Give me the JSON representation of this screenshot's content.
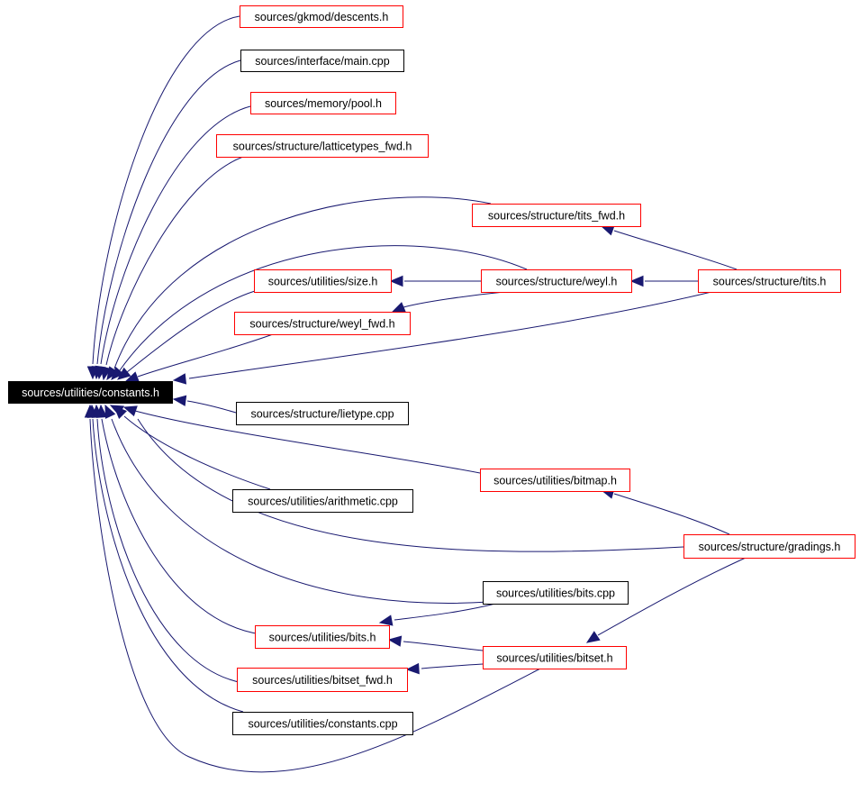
{
  "diagram": {
    "focus": "sources/utilities/constants.h",
    "nodes": {
      "constants_h": {
        "label": "sources/utilities/constants.h",
        "style": "focus"
      },
      "descents_h": {
        "label": "sources/gkmod/descents.h",
        "style": "red"
      },
      "main_cpp": {
        "label": "sources/interface/main.cpp",
        "style": "black"
      },
      "pool_h": {
        "label": "sources/memory/pool.h",
        "style": "red"
      },
      "latticetypes_fwd_h": {
        "label": "sources/structure/latticetypes_fwd.h",
        "style": "red"
      },
      "tits_fwd_h": {
        "label": "sources/structure/tits_fwd.h",
        "style": "red"
      },
      "size_h": {
        "label": "sources/utilities/size.h",
        "style": "red"
      },
      "weyl_h": {
        "label": "sources/structure/weyl.h",
        "style": "red"
      },
      "tits_h": {
        "label": "sources/structure/tits.h",
        "style": "red"
      },
      "weyl_fwd_h": {
        "label": "sources/structure/weyl_fwd.h",
        "style": "red"
      },
      "lietype_cpp": {
        "label": "sources/structure/lietype.cpp",
        "style": "black"
      },
      "bitmap_h": {
        "label": "sources/utilities/bitmap.h",
        "style": "red"
      },
      "arithmetic_cpp": {
        "label": "sources/utilities/arithmetic.cpp",
        "style": "black"
      },
      "gradings_h": {
        "label": "sources/structure/gradings.h",
        "style": "red"
      },
      "bits_cpp": {
        "label": "sources/utilities/bits.cpp",
        "style": "black"
      },
      "bits_h": {
        "label": "sources/utilities/bits.h",
        "style": "red"
      },
      "bitset_h": {
        "label": "sources/utilities/bitset.h",
        "style": "red"
      },
      "bitset_fwd_h": {
        "label": "sources/utilities/bitset_fwd.h",
        "style": "red"
      },
      "constants_cpp": {
        "label": "sources/utilities/constants.cpp",
        "style": "black"
      }
    },
    "edges": [
      {
        "from": "descents_h",
        "to": "constants_h"
      },
      {
        "from": "main_cpp",
        "to": "constants_h"
      },
      {
        "from": "pool_h",
        "to": "constants_h"
      },
      {
        "from": "latticetypes_fwd_h",
        "to": "constants_h"
      },
      {
        "from": "tits_fwd_h",
        "to": "constants_h"
      },
      {
        "from": "weyl_h",
        "to": "constants_h"
      },
      {
        "from": "size_h",
        "to": "constants_h"
      },
      {
        "from": "weyl_fwd_h",
        "to": "constants_h"
      },
      {
        "from": "tits_h",
        "to": "constants_h"
      },
      {
        "from": "lietype_cpp",
        "to": "constants_h"
      },
      {
        "from": "bitmap_h",
        "to": "constants_h"
      },
      {
        "from": "arithmetic_cpp",
        "to": "constants_h"
      },
      {
        "from": "gradings_h",
        "to": "constants_h"
      },
      {
        "from": "bits_cpp",
        "to": "constants_h"
      },
      {
        "from": "bits_h",
        "to": "constants_h"
      },
      {
        "from": "bitset_fwd_h",
        "to": "constants_h"
      },
      {
        "from": "constants_cpp",
        "to": "constants_h"
      },
      {
        "from": "bitset_h",
        "to": "constants_h"
      },
      {
        "from": "tits_h",
        "to": "tits_fwd_h"
      },
      {
        "from": "tits_h",
        "to": "weyl_h"
      },
      {
        "from": "weyl_h",
        "to": "size_h"
      },
      {
        "from": "weyl_h",
        "to": "weyl_fwd_h"
      },
      {
        "from": "gradings_h",
        "to": "bitmap_h"
      },
      {
        "from": "gradings_h",
        "to": "bitset_h"
      },
      {
        "from": "bits_cpp",
        "to": "bits_h"
      },
      {
        "from": "bitset_h",
        "to": "bits_h"
      },
      {
        "from": "bitset_h",
        "to": "bitset_fwd_h"
      }
    ],
    "colors": {
      "edge": "#191970",
      "red_border": "#ff0000",
      "black_border": "#000000",
      "focus_fill": "#000000",
      "focus_text": "#ffffff"
    }
  }
}
